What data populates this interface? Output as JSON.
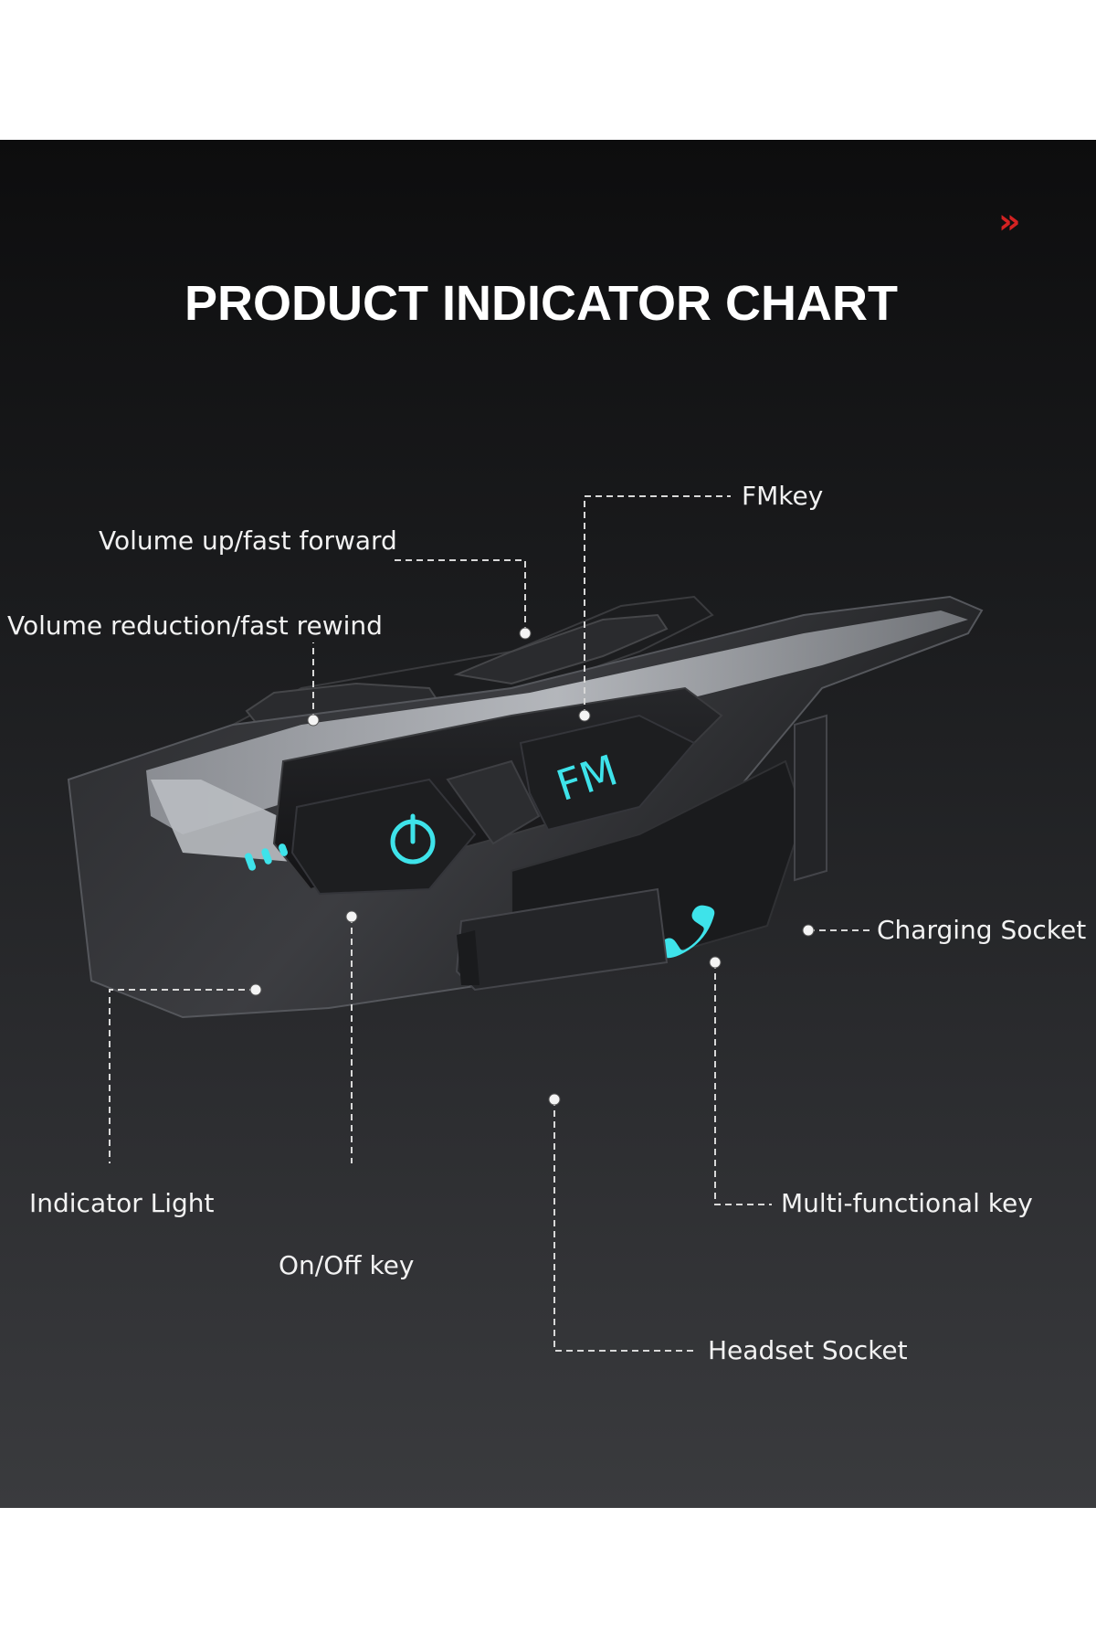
{
  "header": {
    "title": "PRODUCT INDICATOR CHART",
    "arrow_glyph": "»"
  },
  "labels": {
    "fm_key": "FMkey",
    "volume_up": "Volume up/fast forward",
    "volume_down": "Volume reduction/fast rewind",
    "charging_socket": "Charging Socket",
    "indicator_light": "Indicator Light",
    "on_off_key": "On/Off  key",
    "multi_key": "Multi-functional key",
    "headset_socket": "Headset Socket"
  },
  "device": {
    "fm_text": "FM"
  },
  "colors": {
    "accent": "#3ee3ea",
    "arrow": "#d32222",
    "background": "#1b1c1e"
  }
}
